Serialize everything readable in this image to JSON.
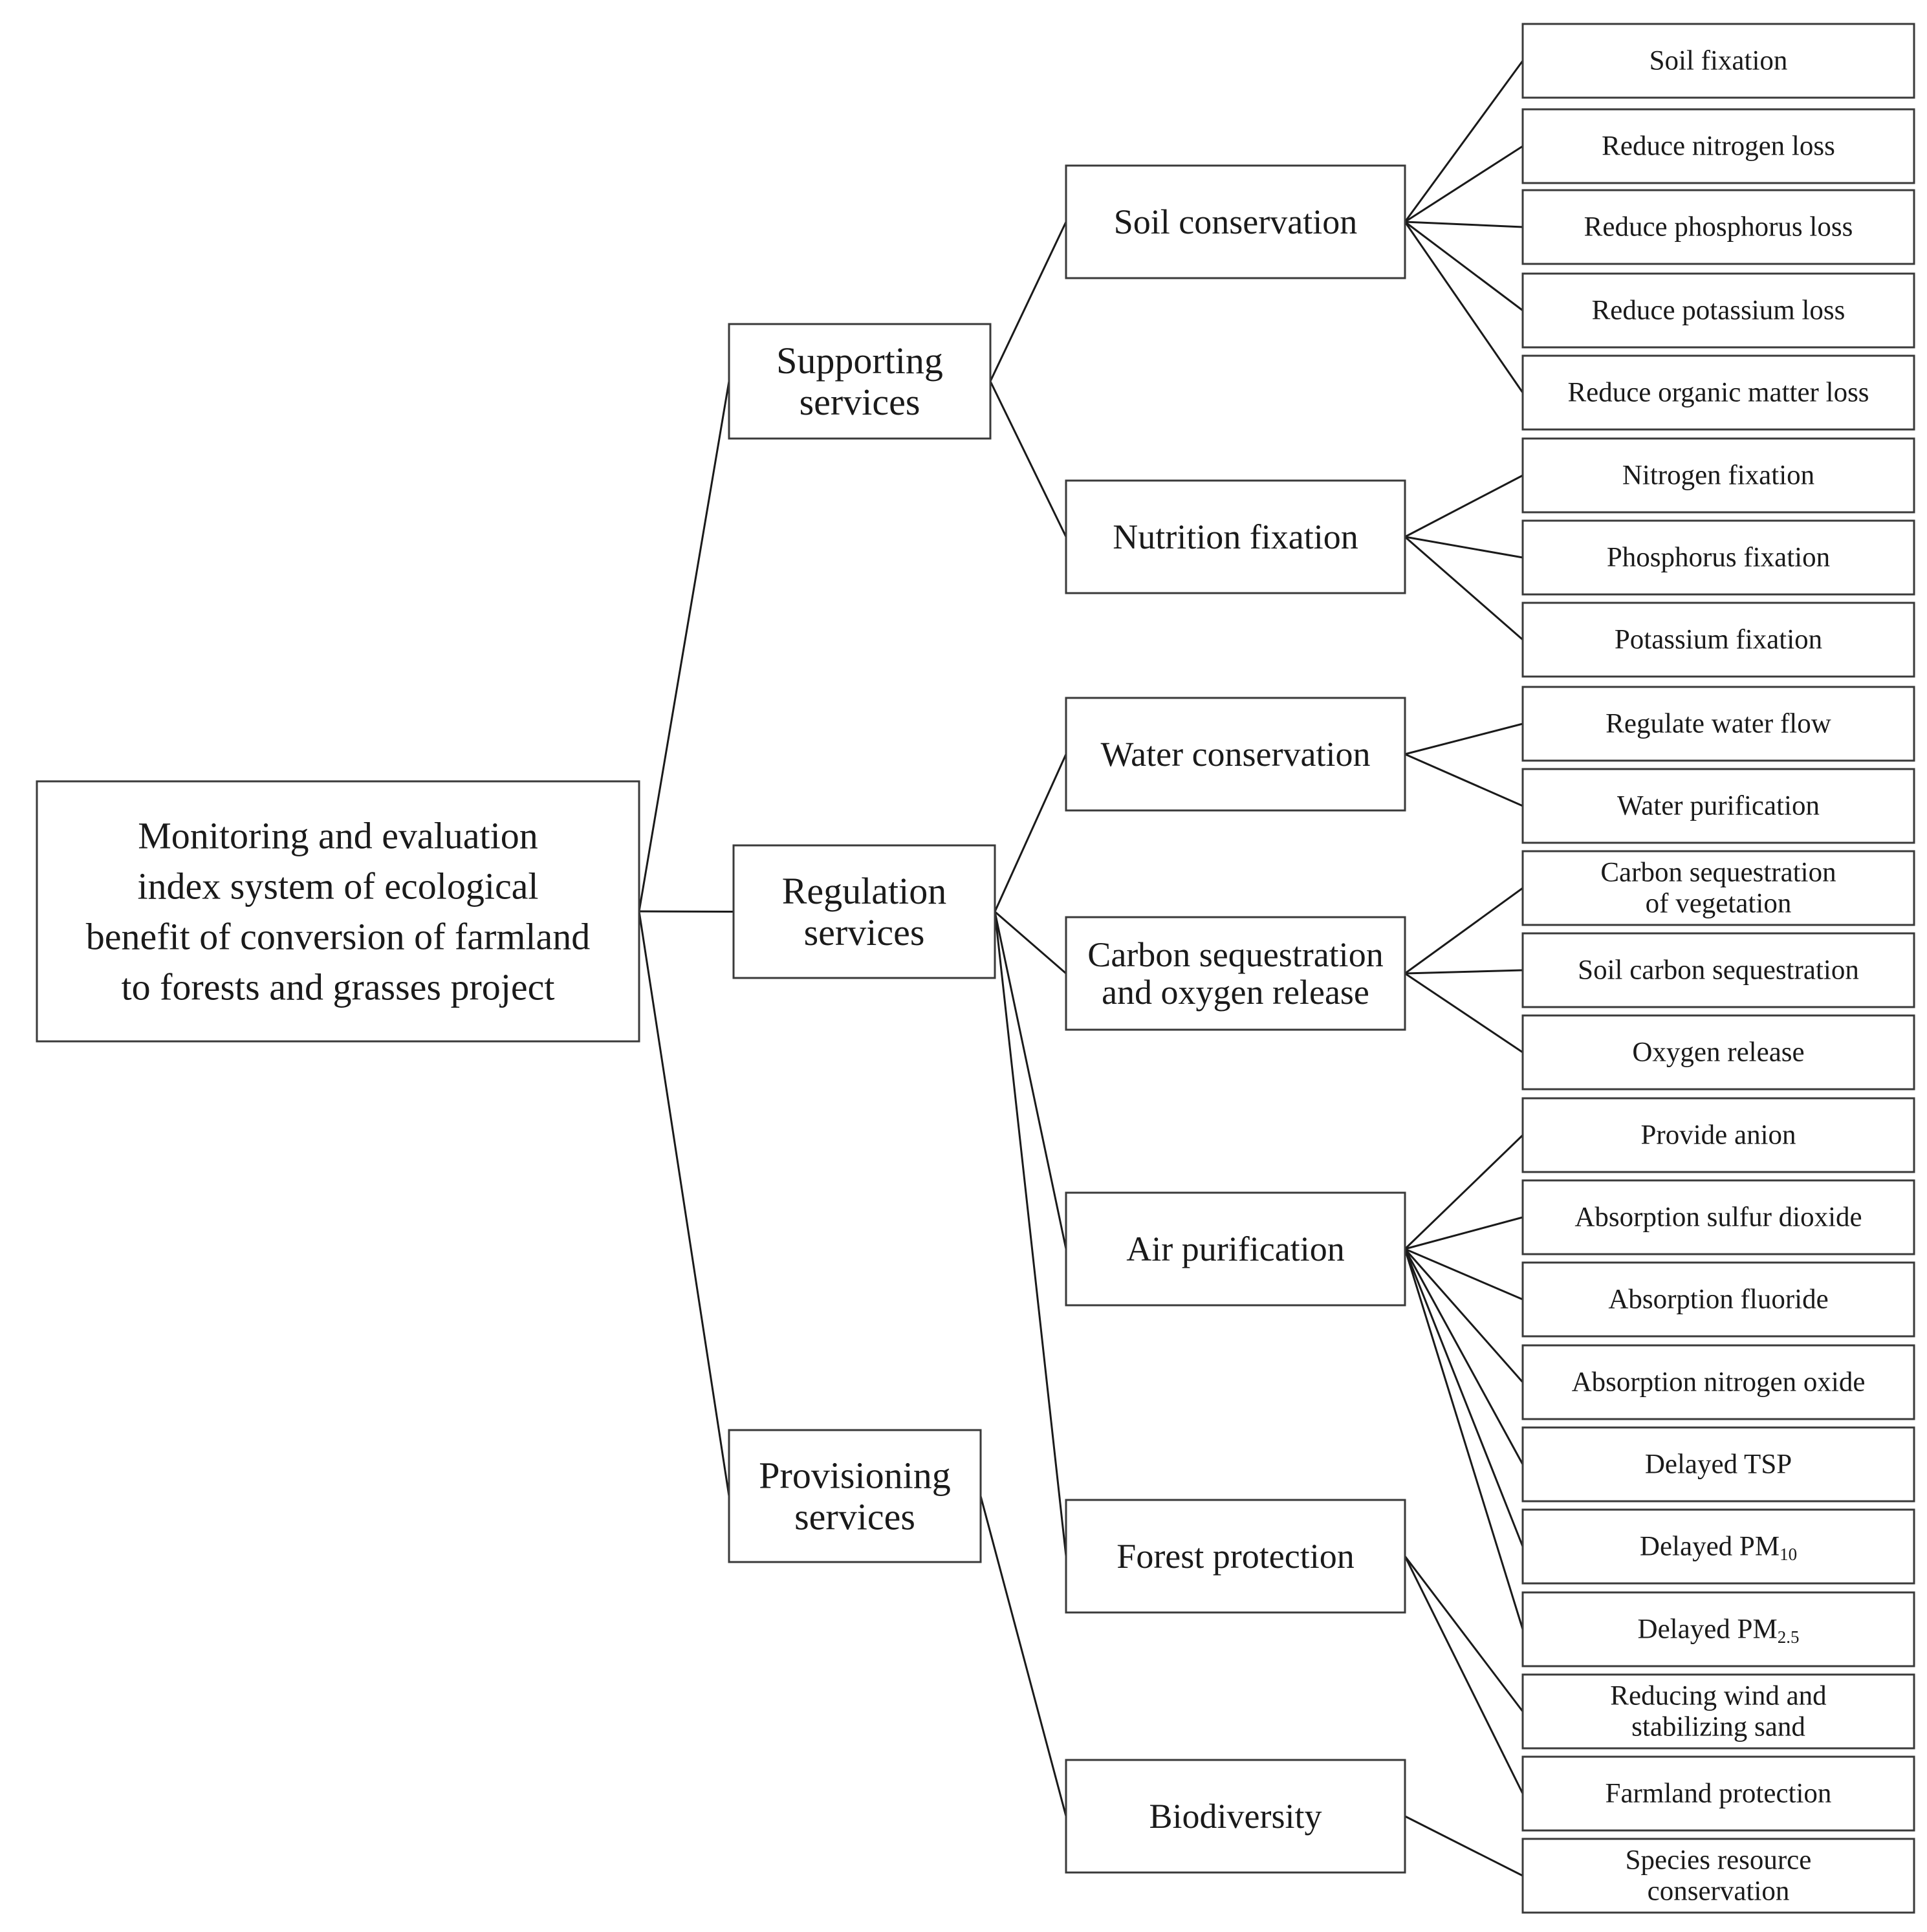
{
  "diagram": {
    "root": {
      "id": "root",
      "lines": [
        "Monitoring and evaluation",
        "index system of ecological",
        "benefit of conversion of farmland",
        "to forests and grasses project"
      ]
    },
    "categories": [
      {
        "id": "supporting",
        "lines": [
          "Supporting",
          "services"
        ],
        "children": [
          {
            "id": "soil-conservation",
            "lines": [
              "Soil conservation"
            ],
            "children": [
              {
                "id": "soil-fixation",
                "lines": [
                  "Soil fixation"
                ]
              },
              {
                "id": "reduce-nitrogen-loss",
                "lines": [
                  "Reduce nitrogen loss"
                ]
              },
              {
                "id": "reduce-phosphorus-loss",
                "lines": [
                  "Reduce phosphorus loss"
                ]
              },
              {
                "id": "reduce-potassium-loss",
                "lines": [
                  "Reduce potassium loss"
                ]
              },
              {
                "id": "reduce-organic-matter-loss",
                "lines": [
                  "Reduce organic matter loss"
                ]
              }
            ]
          },
          {
            "id": "nutrition-fixation",
            "lines": [
              "Nutrition fixation"
            ],
            "children": [
              {
                "id": "nitrogen-fixation",
                "lines": [
                  "Nitrogen fixation"
                ]
              },
              {
                "id": "phosphorus-fixation",
                "lines": [
                  "Phosphorus fixation"
                ]
              },
              {
                "id": "potassium-fixation",
                "lines": [
                  "Potassium fixation"
                ]
              }
            ]
          }
        ]
      },
      {
        "id": "regulation",
        "lines": [
          "Regulation",
          "services"
        ],
        "children": [
          {
            "id": "water-conservation",
            "lines": [
              "Water conservation"
            ],
            "children": [
              {
                "id": "regulate-water-flow",
                "lines": [
                  "Regulate water flow"
                ]
              },
              {
                "id": "water-purification",
                "lines": [
                  "Water purification"
                ]
              }
            ]
          },
          {
            "id": "carbon-oxygen",
            "lines": [
              "Carbon sequestration",
              "and oxygen release"
            ],
            "children": [
              {
                "id": "carbon-sequestration-vegetation",
                "lines": [
                  "Carbon sequestration",
                  "of vegetation"
                ]
              },
              {
                "id": "soil-carbon-sequestration",
                "lines": [
                  "Soil carbon sequestration"
                ]
              },
              {
                "id": "oxygen-release",
                "lines": [
                  "Oxygen release"
                ]
              }
            ]
          },
          {
            "id": "air-purification",
            "lines": [
              "Air purification"
            ],
            "children": [
              {
                "id": "provide-anion",
                "lines": [
                  "Provide anion"
                ]
              },
              {
                "id": "absorption-sulfur-dioxide",
                "lines": [
                  "Absorption sulfur dioxide"
                ]
              },
              {
                "id": "absorption-fluoride",
                "lines": [
                  "Absorption fluoride"
                ]
              },
              {
                "id": "absorption-nitrogen-oxide",
                "lines": [
                  "Absorption nitrogen oxide"
                ]
              },
              {
                "id": "delayed-tsp",
                "lines": [
                  "Delayed TSP"
                ]
              },
              {
                "id": "delayed-pm10",
                "lines": [
                  "Delayed PM"
                ],
                "sub": "10"
              },
              {
                "id": "delayed-pm25",
                "lines": [
                  "Delayed PM"
                ],
                "sub": "2.5"
              }
            ]
          },
          {
            "id": "forest-protection",
            "lines": [
              "Forest protection"
            ],
            "children": [
              {
                "id": "reducing-wind-stabilizing-sand",
                "lines": [
                  "Reducing wind and",
                  "stabilizing sand"
                ]
              },
              {
                "id": "farmland-protection",
                "lines": [
                  "Farmland protection"
                ]
              }
            ]
          }
        ]
      },
      {
        "id": "provisioning",
        "lines": [
          "Provisioning",
          "services"
        ],
        "children": [
          {
            "id": "biodiversity",
            "lines": [
              "Biodiversity"
            ],
            "children": [
              {
                "id": "species-resource-conservation",
                "lines": [
                  "Species resource",
                  "conservation"
                ]
              }
            ]
          }
        ]
      }
    ]
  }
}
